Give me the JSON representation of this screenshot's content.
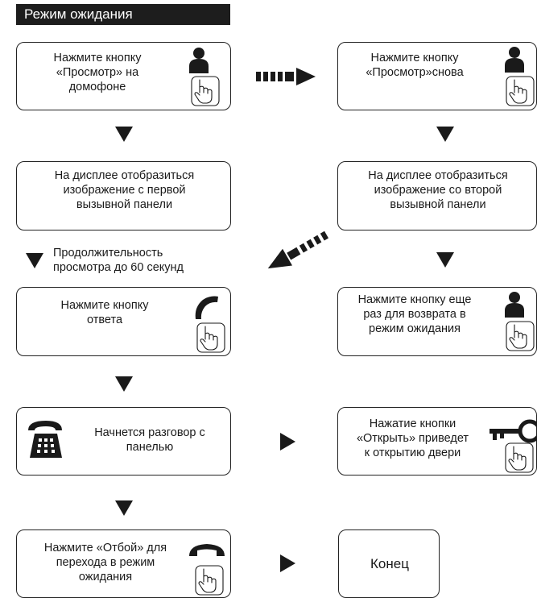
{
  "header": {
    "title": "Режим ожидания"
  },
  "steps": {
    "press_view": "Нажмите кнопку\n«Просмотр» на\nдомофоне",
    "press_view_again": "Нажмите кнопку\n«Просмотр»снова",
    "display_first": "На дисплее отобразиться\nизображение с первой\nвызывной панели",
    "display_second": "На дисплее отобразиться\nизображение со второй\nвызывной панели",
    "press_answer": "Нажмите кнопку\nответа",
    "press_again_return": "Нажмите кнопку еще\nраз для возврата в\nрежим ожидания",
    "conversation": "Начнется разговор с\nпанелью",
    "press_open": "Нажатие кнопки\n«Открыть» приведет\nк открытию двери",
    "press_hangup": "Нажмите «Отбой» для\nперехода в режим\nожидания",
    "end": "Конец"
  },
  "notes": {
    "duration": "Продолжительность\nпросмотра до 60 секунд"
  },
  "icons": [
    "person-button-icon",
    "pointing-hand-icon",
    "handset-icon",
    "desk-phone-icon",
    "key-icon",
    "hangup-handset-icon"
  ],
  "colors": {
    "header_bg": "#1d1d1d",
    "header_text": "#ffffff",
    "ink": "#1a1a1a"
  }
}
